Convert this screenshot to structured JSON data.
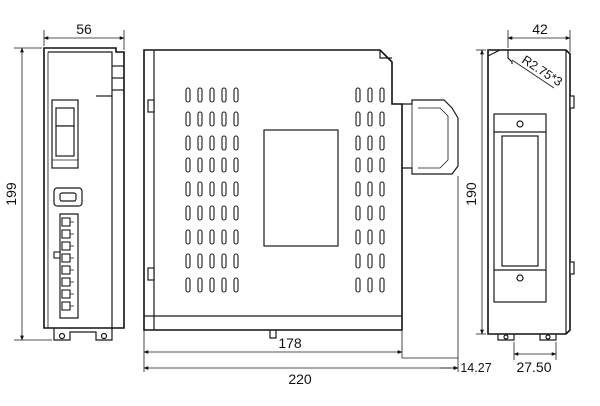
{
  "dimensions": {
    "front_width": "56",
    "front_height": "199",
    "side_depth_body": "178",
    "side_depth_total": "220",
    "connector_depth": "14.27",
    "back_width": "42",
    "back_height": "190",
    "mount_pitch": "27.50",
    "corner_radius": "R2.75*3"
  }
}
